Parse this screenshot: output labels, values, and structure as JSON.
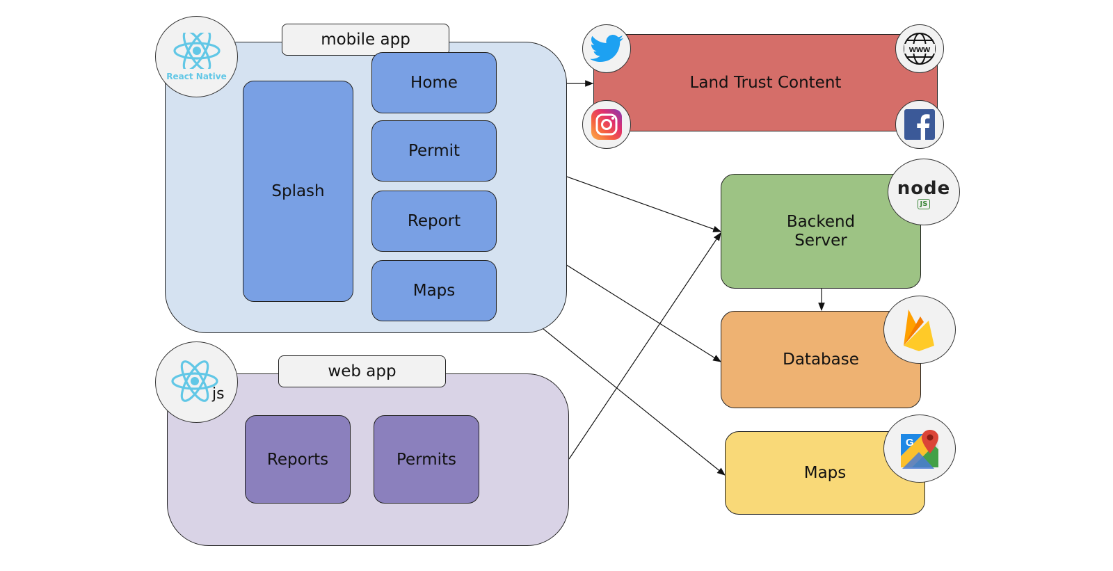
{
  "mobile_app": {
    "label": "mobile app",
    "badge_icon": "react-native-icon",
    "badge_text": "React Native",
    "splash": "Splash",
    "screens": [
      "Home",
      "Permit",
      "Report",
      "Maps"
    ]
  },
  "web_app": {
    "label": "web app",
    "badge_icon": "react-js-icon",
    "badge_text": "js",
    "pages": [
      "Reports",
      "Permits"
    ]
  },
  "services": {
    "land_trust": "Land Trust Content",
    "backend_line1": "Backend",
    "backend_line2": "Server",
    "database": "Database",
    "maps": "Maps",
    "node_badge_text": "node",
    "node_sub_text": "JS"
  },
  "social": {
    "www_text": "www",
    "icons": [
      "twitter-icon",
      "www-globe-icon",
      "instagram-icon",
      "facebook-icon",
      "node-js-icon",
      "firebase-icon",
      "google-maps-icon"
    ]
  },
  "colors": {
    "mobile_group": "#d5e2f1",
    "web_group": "#d9d3e6",
    "mobile_screen": "#79a0e4",
    "web_page": "#8b80bd",
    "land_trust": "#d56e69",
    "backend": "#9dc384",
    "database": "#eeb272",
    "maps_service": "#f9d978"
  }
}
